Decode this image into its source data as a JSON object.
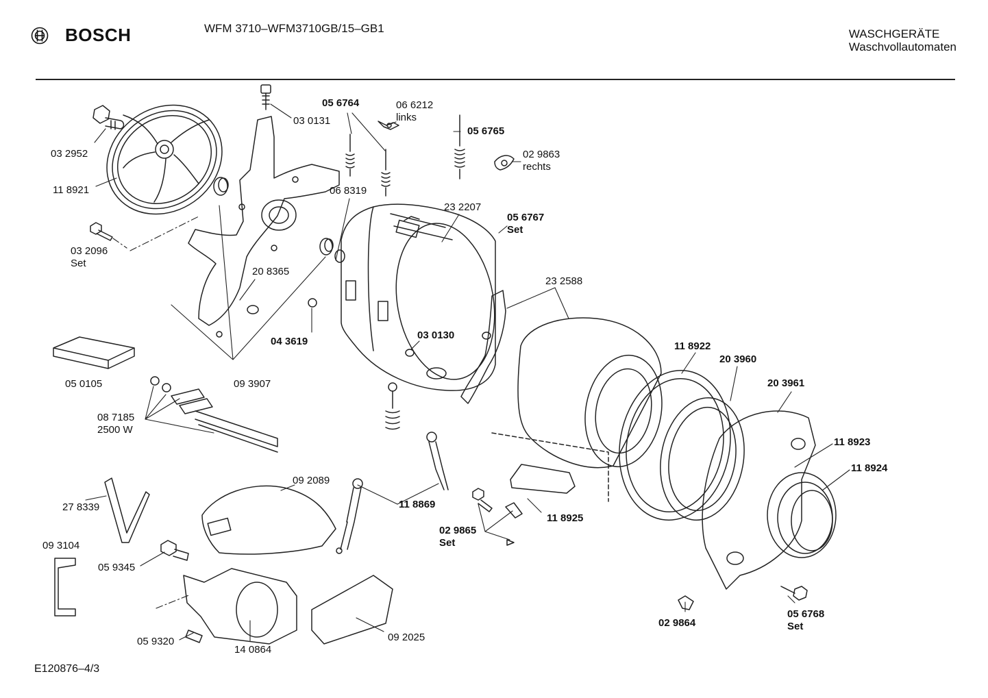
{
  "header": {
    "brand": "BOSCH",
    "model": "WFM 3710–WFM3710GB/15–GB1",
    "category_line1": "WASCHGERÄTE",
    "category_line2": "Waschvollautomaten"
  },
  "footer": {
    "code": "E120876–4/3"
  },
  "labels": [
    {
      "id": "l1",
      "lines": [
        "03 0131"
      ],
      "bold": false
    },
    {
      "id": "l2",
      "lines": [
        "03 2952"
      ],
      "bold": false
    },
    {
      "id": "l3",
      "lines": [
        "11 8921"
      ],
      "bold": false
    },
    {
      "id": "l4",
      "lines": [
        "03 2096",
        "Set"
      ],
      "bold": false
    },
    {
      "id": "l5",
      "lines": [
        "05 6764"
      ],
      "bold": true
    },
    {
      "id": "l6",
      "lines": [
        "06 6212",
        "links"
      ],
      "bold": false
    },
    {
      "id": "l7",
      "lines": [
        "05 6765"
      ],
      "bold": true
    },
    {
      "id": "l8",
      "lines": [
        "02 9863",
        "rechts"
      ],
      "bold": false
    },
    {
      "id": "l9",
      "lines": [
        "06 8319"
      ],
      "bold": false
    },
    {
      "id": "l10",
      "lines": [
        "23 2207"
      ],
      "bold": false
    },
    {
      "id": "l11",
      "lines": [
        "05 6767",
        "Set"
      ],
      "bold": true
    },
    {
      "id": "l12",
      "lines": [
        "20 8365"
      ],
      "bold": false
    },
    {
      "id": "l13",
      "lines": [
        "23 2588"
      ],
      "bold": false
    },
    {
      "id": "l14",
      "lines": [
        "04 3619"
      ],
      "bold": true
    },
    {
      "id": "l15",
      "lines": [
        "03 0130"
      ],
      "bold": true
    },
    {
      "id": "l16",
      "lines": [
        "05 0105"
      ],
      "bold": false
    },
    {
      "id": "l17",
      "lines": [
        "09 3907"
      ],
      "bold": false
    },
    {
      "id": "l18",
      "lines": [
        "11 8922"
      ],
      "bold": true
    },
    {
      "id": "l19",
      "lines": [
        "20 3960"
      ],
      "bold": true
    },
    {
      "id": "l20",
      "lines": [
        "20 3961"
      ],
      "bold": true
    },
    {
      "id": "l21",
      "lines": [
        "08 7185",
        "2500 W"
      ],
      "bold": false
    },
    {
      "id": "l22",
      "lines": [
        "11 8923"
      ],
      "bold": true
    },
    {
      "id": "l23",
      "lines": [
        "11 8924"
      ],
      "bold": true
    },
    {
      "id": "l24",
      "lines": [
        "09 2089"
      ],
      "bold": false
    },
    {
      "id": "l25",
      "lines": [
        "27 8339"
      ],
      "bold": false
    },
    {
      "id": "l26",
      "lines": [
        "11 8869"
      ],
      "bold": true
    },
    {
      "id": "l27",
      "lines": [
        "11 8925"
      ],
      "bold": true
    },
    {
      "id": "l28",
      "lines": [
        "02 9865",
        "Set"
      ],
      "bold": true
    },
    {
      "id": "l29",
      "lines": [
        "09 3104"
      ],
      "bold": false
    },
    {
      "id": "l30",
      "lines": [
        "05 9345"
      ],
      "bold": false
    },
    {
      "id": "l31",
      "lines": [
        "05 9320"
      ],
      "bold": false
    },
    {
      "id": "l32",
      "lines": [
        "14 0864"
      ],
      "bold": false
    },
    {
      "id": "l33",
      "lines": [
        "09 2025"
      ],
      "bold": false
    },
    {
      "id": "l34",
      "lines": [
        "02 9864"
      ],
      "bold": true
    },
    {
      "id": "l35",
      "lines": [
        "05 6768",
        "Set"
      ],
      "bold": true
    }
  ]
}
